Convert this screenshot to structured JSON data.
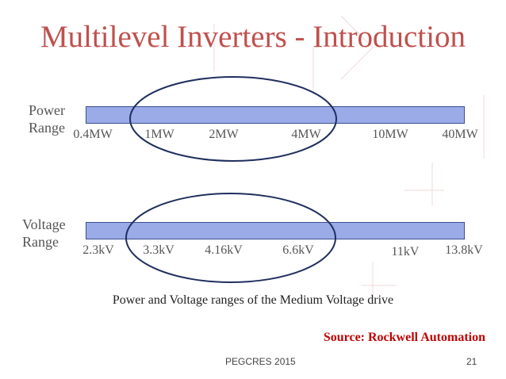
{
  "slide": {
    "title": "Multilevel Inverters - Introduction",
    "power": {
      "label_line1": "Power",
      "label_line2": "Range",
      "ticks": [
        "0.4MW",
        "1MW",
        "2MW",
        "4MW",
        "10MW",
        "40MW"
      ]
    },
    "voltage": {
      "label_line1": "Voltage",
      "label_line2": "Range",
      "ticks": [
        "2.3kV",
        "3.3kV",
        "4.16kV",
        "6.6kV",
        "11kV",
        "13.8kV"
      ]
    },
    "caption": "Power and Voltage ranges of the Medium Voltage drive",
    "source": "Source: Rockwell Automation",
    "footer_left": "PEGCRES 2015",
    "page_number": "21"
  },
  "colors": {
    "title": "#c0504d",
    "bar_fill": "#9aabe8",
    "bar_border": "#3b4f8f",
    "ellipse": "#1f2f5e",
    "source": "#c00000"
  }
}
